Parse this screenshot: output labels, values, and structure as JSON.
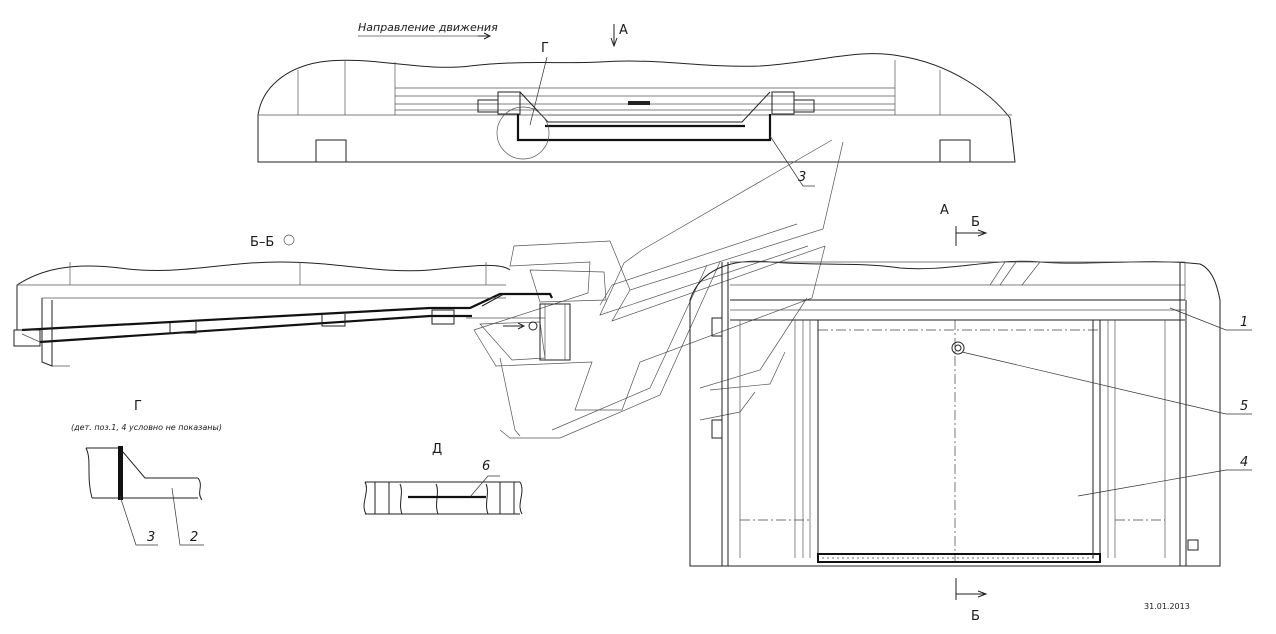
{
  "drawing": {
    "direction_label": "Направление движения",
    "view_a": "А",
    "view_g": "Г",
    "section_bb": "Б–Б",
    "section_arrow_a": "А",
    "section_mark_b_top": "Б",
    "section_mark_b_bottom": "Б",
    "detail_g_title": "Г",
    "detail_g_note": "(дет. поз.1, 4 условно не показаны)",
    "detail_d_title": "Д",
    "date": "31.01.2013"
  },
  "callouts": {
    "pos1": "1",
    "pos2": "2",
    "pos3_top": "3",
    "pos3_detail": "3",
    "pos4": "4",
    "pos5": "5",
    "pos6": "6"
  }
}
